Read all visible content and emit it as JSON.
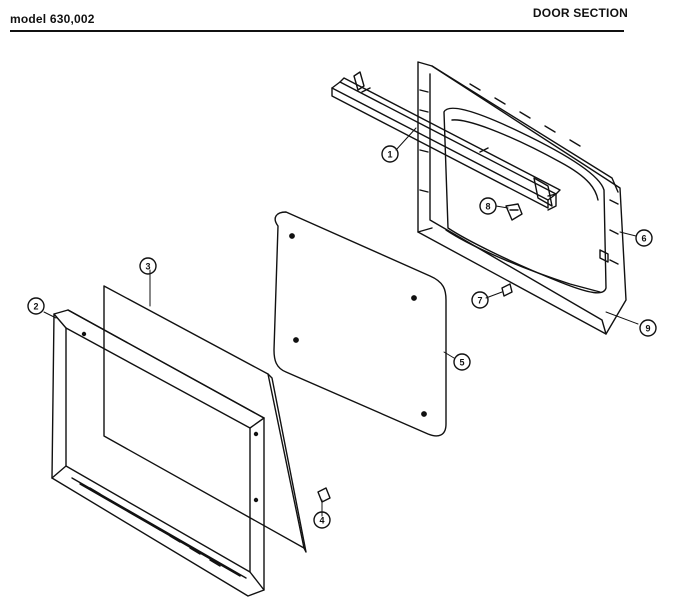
{
  "header": {
    "model": "model 630,002",
    "section": "DOOR SECTION"
  },
  "callouts": [
    {
      "id": "c1",
      "label": "1"
    },
    {
      "id": "c2",
      "label": "2"
    },
    {
      "id": "c3",
      "label": "3"
    },
    {
      "id": "c4",
      "label": "4"
    },
    {
      "id": "c5",
      "label": "5"
    },
    {
      "id": "c6",
      "label": "6"
    },
    {
      "id": "c7",
      "label": "7"
    },
    {
      "id": "c8",
      "label": "8"
    },
    {
      "id": "c9",
      "label": "9"
    }
  ]
}
